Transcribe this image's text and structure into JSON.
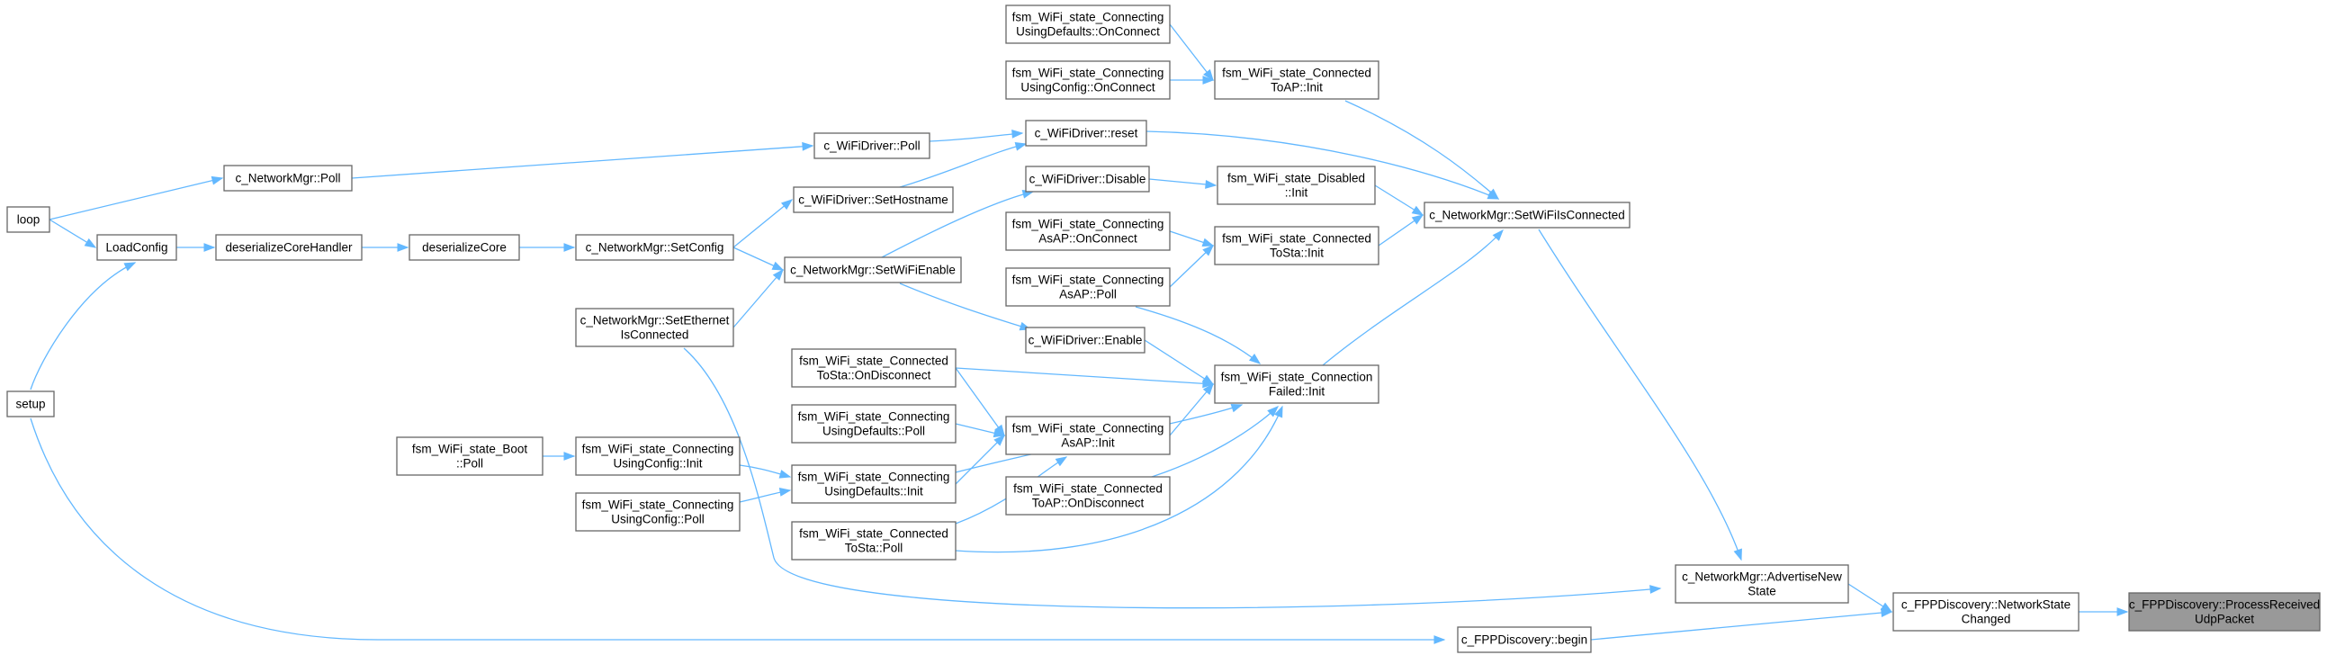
{
  "graph": {
    "nodes": [
      {
        "id": "loop",
        "lines": [
          "loop"
        ]
      },
      {
        "id": "setup",
        "lines": [
          "setup"
        ]
      },
      {
        "id": "loadconfig",
        "lines": [
          "LoadConfig"
        ]
      },
      {
        "id": "deserializecorehandler",
        "lines": [
          "deserializeCoreHandler"
        ]
      },
      {
        "id": "deserializecore",
        "lines": [
          "deserializeCore"
        ]
      },
      {
        "id": "networkmgr-poll",
        "lines": [
          "c_NetworkMgr::Poll"
        ]
      },
      {
        "id": "networkmgr-setconfig",
        "lines": [
          "c_NetworkMgr::SetConfig"
        ]
      },
      {
        "id": "networkmgr-setethernetisconnected",
        "lines": [
          "c_NetworkMgr::SetEthernet",
          "IsConnected"
        ]
      },
      {
        "id": "boot-poll",
        "lines": [
          "fsm_WiFi_state_Boot",
          "::Poll"
        ]
      },
      {
        "id": "connecting-usingconfig-init",
        "lines": [
          "fsm_WiFi_state_Connecting",
          "UsingConfig::Init"
        ]
      },
      {
        "id": "connecting-usingconfig-poll",
        "lines": [
          "fsm_WiFi_state_Connecting",
          "UsingConfig::Poll"
        ]
      },
      {
        "id": "wifidriver-poll",
        "lines": [
          "c_WiFiDriver::Poll"
        ]
      },
      {
        "id": "wifidriver-sethostname",
        "lines": [
          "c_WiFiDriver::SetHostname"
        ]
      },
      {
        "id": "networkmgr-setwifienable",
        "lines": [
          "c_NetworkMgr::SetWiFiEnable"
        ]
      },
      {
        "id": "connectedtosta-ondisconnect",
        "lines": [
          "fsm_WiFi_state_Connected",
          "ToSta::OnDisconnect"
        ]
      },
      {
        "id": "connecting-usingdefaults-poll",
        "lines": [
          "fsm_WiFi_state_Connecting",
          "UsingDefaults::Poll"
        ]
      },
      {
        "id": "connecting-usingdefaults-init",
        "lines": [
          "fsm_WiFi_state_Connecting",
          "UsingDefaults::Init"
        ]
      },
      {
        "id": "connectedtosta-poll",
        "lines": [
          "fsm_WiFi_state_Connected",
          "ToSta::Poll"
        ]
      },
      {
        "id": "connecting-usingdefaults-onconnect",
        "lines": [
          "fsm_WiFi_state_Connecting",
          "UsingDefaults::OnConnect"
        ]
      },
      {
        "id": "connecting-usingconfig-onconnect",
        "lines": [
          "fsm_WiFi_state_Connecting",
          "UsingConfig::OnConnect"
        ]
      },
      {
        "id": "wifidriver-reset",
        "lines": [
          "c_WiFiDriver::reset"
        ]
      },
      {
        "id": "wifidriver-disable",
        "lines": [
          "c_WiFiDriver::Disable"
        ]
      },
      {
        "id": "connecting-asap-onconnect",
        "lines": [
          "fsm_WiFi_state_Connecting",
          "AsAP::OnConnect"
        ]
      },
      {
        "id": "connecting-asap-poll",
        "lines": [
          "fsm_WiFi_state_Connecting",
          "AsAP::Poll"
        ]
      },
      {
        "id": "wifidriver-enable",
        "lines": [
          "c_WiFiDriver::Enable"
        ]
      },
      {
        "id": "connecting-asap-init",
        "lines": [
          "fsm_WiFi_state_Connecting",
          "AsAP::Init"
        ]
      },
      {
        "id": "connectedtoap-ondisconnect",
        "lines": [
          "fsm_WiFi_state_Connected",
          "ToAP::OnDisconnect"
        ]
      },
      {
        "id": "connectedtoap-init",
        "lines": [
          "fsm_WiFi_state_Connected",
          "ToAP::Init"
        ]
      },
      {
        "id": "disabled-init",
        "lines": [
          "fsm_WiFi_state_Disabled",
          "::Init"
        ]
      },
      {
        "id": "connectedtosta-init",
        "lines": [
          "fsm_WiFi_state_Connected",
          "ToSta::Init"
        ]
      },
      {
        "id": "connectionfailed-init",
        "lines": [
          "fsm_WiFi_state_Connection",
          "Failed::Init"
        ]
      },
      {
        "id": "networkmgr-setwifiisconnected",
        "lines": [
          "c_NetworkMgr::SetWiFiIsConnected"
        ]
      },
      {
        "id": "networkmgr-advertisenewstate",
        "lines": [
          "c_NetworkMgr::AdvertiseNew",
          "State"
        ]
      },
      {
        "id": "fppdiscovery-begin",
        "lines": [
          "c_FPPDiscovery::begin"
        ]
      },
      {
        "id": "fppdiscovery-networkstatechanged",
        "lines": [
          "c_FPPDiscovery::NetworkState",
          "Changed"
        ]
      },
      {
        "id": "fppdiscovery-processreceivedudppacket",
        "lines": [
          "c_FPPDiscovery::ProcessReceived",
          "UdpPacket"
        ],
        "root": true
      }
    ],
    "edges": [
      [
        "loop",
        "networkmgr-poll"
      ],
      [
        "loop",
        "loadconfig"
      ],
      [
        "setup",
        "loadconfig"
      ],
      [
        "setup",
        "fppdiscovery-begin"
      ],
      [
        "loadconfig",
        "deserializecorehandler"
      ],
      [
        "deserializecorehandler",
        "deserializecore"
      ],
      [
        "deserializecore",
        "networkmgr-setconfig"
      ],
      [
        "networkmgr-poll",
        "wifidriver-poll"
      ],
      [
        "networkmgr-setconfig",
        "wifidriver-sethostname"
      ],
      [
        "networkmgr-setconfig",
        "networkmgr-setwifienable"
      ],
      [
        "networkmgr-setethernetisconnected",
        "networkmgr-setwifienable"
      ],
      [
        "networkmgr-setethernetisconnected",
        "networkmgr-advertisenewstate"
      ],
      [
        "boot-poll",
        "connecting-usingconfig-init"
      ],
      [
        "connecting-usingconfig-init",
        "connecting-usingdefaults-init"
      ],
      [
        "connecting-usingconfig-poll",
        "connecting-usingdefaults-init"
      ],
      [
        "wifidriver-poll",
        "wifidriver-reset"
      ],
      [
        "wifidriver-sethostname",
        "wifidriver-reset"
      ],
      [
        "networkmgr-setwifienable",
        "wifidriver-disable"
      ],
      [
        "networkmgr-setwifienable",
        "wifidriver-enable"
      ],
      [
        "connectedtosta-ondisconnect",
        "connecting-asap-init"
      ],
      [
        "connectedtosta-ondisconnect",
        "connectionfailed-init"
      ],
      [
        "connecting-usingdefaults-poll",
        "connecting-asap-init"
      ],
      [
        "connecting-usingdefaults-init",
        "connecting-asap-init"
      ],
      [
        "connecting-usingdefaults-init",
        "connectionfailed-init"
      ],
      [
        "connectedtosta-poll",
        "connecting-asap-init"
      ],
      [
        "connectedtosta-poll",
        "connectionfailed-init"
      ],
      [
        "connecting-usingdefaults-onconnect",
        "connectedtoap-init"
      ],
      [
        "connecting-usingconfig-onconnect",
        "connectedtoap-init"
      ],
      [
        "wifidriver-reset",
        "networkmgr-setwifiisconnected"
      ],
      [
        "wifidriver-disable",
        "disabled-init"
      ],
      [
        "connecting-asap-onconnect",
        "connectedtosta-init"
      ],
      [
        "connecting-asap-poll",
        "connectedtosta-init"
      ],
      [
        "connecting-asap-poll",
        "connectionfailed-init"
      ],
      [
        "wifidriver-enable",
        "connectionfailed-init"
      ],
      [
        "connecting-asap-init",
        "connectionfailed-init"
      ],
      [
        "connectedtoap-ondisconnect",
        "connectionfailed-init"
      ],
      [
        "connectedtoap-init",
        "networkmgr-setwifiisconnected"
      ],
      [
        "disabled-init",
        "networkmgr-setwifiisconnected"
      ],
      [
        "connectedtosta-init",
        "networkmgr-setwifiisconnected"
      ],
      [
        "connectionfailed-init",
        "networkmgr-setwifiisconnected"
      ],
      [
        "networkmgr-setwifiisconnected",
        "networkmgr-advertisenewstate"
      ],
      [
        "networkmgr-advertisenewstate",
        "fppdiscovery-networkstatechanged"
      ],
      [
        "fppdiscovery-begin",
        "fppdiscovery-networkstatechanged"
      ],
      [
        "fppdiscovery-networkstatechanged",
        "fppdiscovery-processreceivedudppacket"
      ]
    ]
  }
}
